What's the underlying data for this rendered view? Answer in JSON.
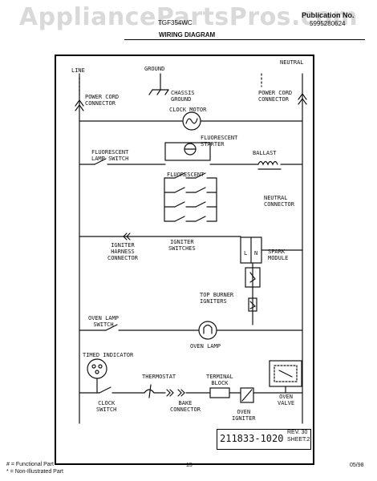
{
  "watermark": "AppliancePartsPros.com",
  "header": {
    "model": "TGF354WC",
    "publication_label": "Publication No.",
    "publication_number": "5995280624",
    "diagram_title": "WIRING DIAGRAM"
  },
  "labels": {
    "line": "LINE",
    "ground": "GROUND",
    "neutral": "NEUTRAL",
    "power_cord_left": "POWER CORD\nCONNECTOR",
    "chassis_ground": "CHASSIS\nGROUND",
    "power_cord_right": "POWER CORD\nCONNECTOR",
    "clock_motor": "CLOCK MOTOR",
    "fluorescent_starter": "FLUORESCENT\nSTARTER",
    "fluorescent_lamp_switch": "FLUORESCENT\nLAMP SWITCH",
    "ballast": "BALLAST",
    "fluorescent": "FLUORESCENT",
    "neutral_connector": "NEUTRAL\nCONNECTOR",
    "igniter_harness_connector": "IGNITER\nHARNESS\nCONNECTOR",
    "igniter_switches": "IGNITER\nSWITCHES",
    "spark_module": "SPARK\nMODULE",
    "top_burner_igniters": "TOP BURNER\nIGNITERS",
    "oven_lamp_switch": "OVEN LAMP\nSWITCH",
    "oven_lamp": "OVEN LAMP",
    "timed_indicator": "TIMED INDICATOR",
    "thermostat": "THERMOSTAT",
    "terminal_block": "TERMINAL\nBLOCK",
    "clock_switch": "CLOCK\nSWITCH",
    "bake_connector": "BAKE\nCONNECTOR",
    "oven_igniter": "OVEN\nIGNITER",
    "oven_valve": "OVEN\nVALVE",
    "spark_l": "L",
    "spark_n": "N"
  },
  "title_block": {
    "drawing_number": "211833-1020",
    "rev": "REV. 30",
    "sheet": "SHEET:2"
  },
  "footer": {
    "legend_functional": "# = Functional Part",
    "legend_non_illustrated": "* = Non-Illustrated Part",
    "page_number": "15",
    "date": "05/98"
  }
}
